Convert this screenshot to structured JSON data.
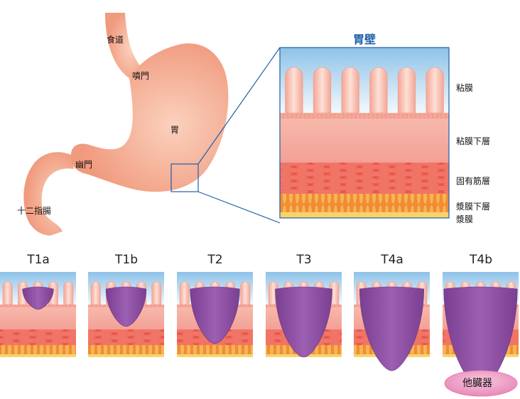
{
  "colors": {
    "stomach": "#f3a287",
    "stomach_light": "#fbd3bf",
    "box_border": "#1f5ea8",
    "title_blue": "#1a5fa6",
    "lumen_top": "#8fc3e9",
    "lumen_bottom": "#eef6fc",
    "mucosa": "#f6b6a6",
    "submucosa": "#f5a89c",
    "muscle": "#e95c4f",
    "subserosa": "#f19a3a",
    "serosa": "#f6d46a",
    "tumor": "#8a4b9e",
    "other_organ": "#ef9ec8"
  },
  "stomach": {
    "labels": {
      "esophagus": "食道",
      "cardia": "噴門",
      "stomach": "胃",
      "pylorus": "幽門",
      "duodenum": "十二指腸"
    }
  },
  "wall": {
    "title": "胃壁",
    "layers": {
      "mucosa": "粘膜",
      "submucosa": "粘膜下層",
      "muscularis": "固有筋層",
      "subserosa": "漿膜下層",
      "serosa": "漿膜"
    }
  },
  "stages": [
    {
      "label": "T1a",
      "depth": 0.3
    },
    {
      "label": "T1b",
      "depth": 0.55
    },
    {
      "label": "T2",
      "depth": 0.8
    },
    {
      "label": "T3",
      "depth": 1.0
    },
    {
      "label": "T4a",
      "depth": 1.2
    },
    {
      "label": "T4b",
      "depth": 1.45
    }
  ],
  "other_organ_label": "他臓器"
}
